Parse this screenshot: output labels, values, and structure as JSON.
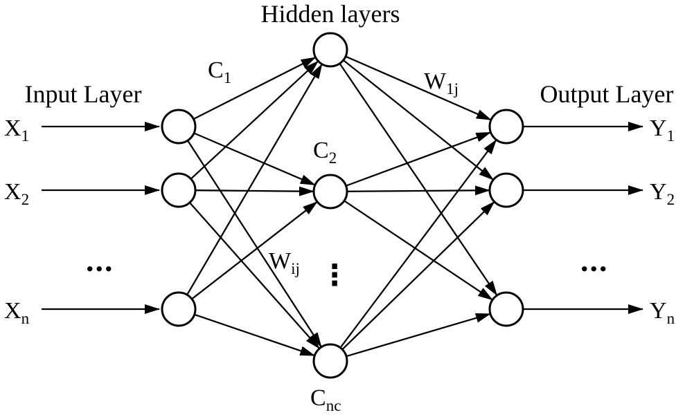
{
  "diagram": {
    "background": "#ffffff",
    "line_color": "#000000",
    "layer_titles": {
      "input": "Input Layer",
      "hidden": "Hidden layers",
      "output": "Output Layer"
    },
    "input_labels": [
      {
        "base": "X",
        "sub": "1"
      },
      {
        "base": "X",
        "sub": "2"
      },
      {
        "base": "X",
        "sub": "n"
      }
    ],
    "output_labels": [
      {
        "base": "Y",
        "sub": "1"
      },
      {
        "base": "Y",
        "sub": "2"
      },
      {
        "base": "Y",
        "sub": "n"
      }
    ],
    "hidden_node_labels": [
      {
        "base": "C",
        "sub": "1"
      },
      {
        "base": "C",
        "sub": "2"
      },
      {
        "base": "C",
        "sub": "nc"
      }
    ],
    "weight_labels": {
      "hidden_output": {
        "base": "W",
        "sub": "1j"
      },
      "input_hidden": {
        "base": "W",
        "sub": "ij"
      }
    },
    "ellipsis": {
      "left": "...",
      "right": "...",
      "middle_vertical": "⋮"
    }
  }
}
